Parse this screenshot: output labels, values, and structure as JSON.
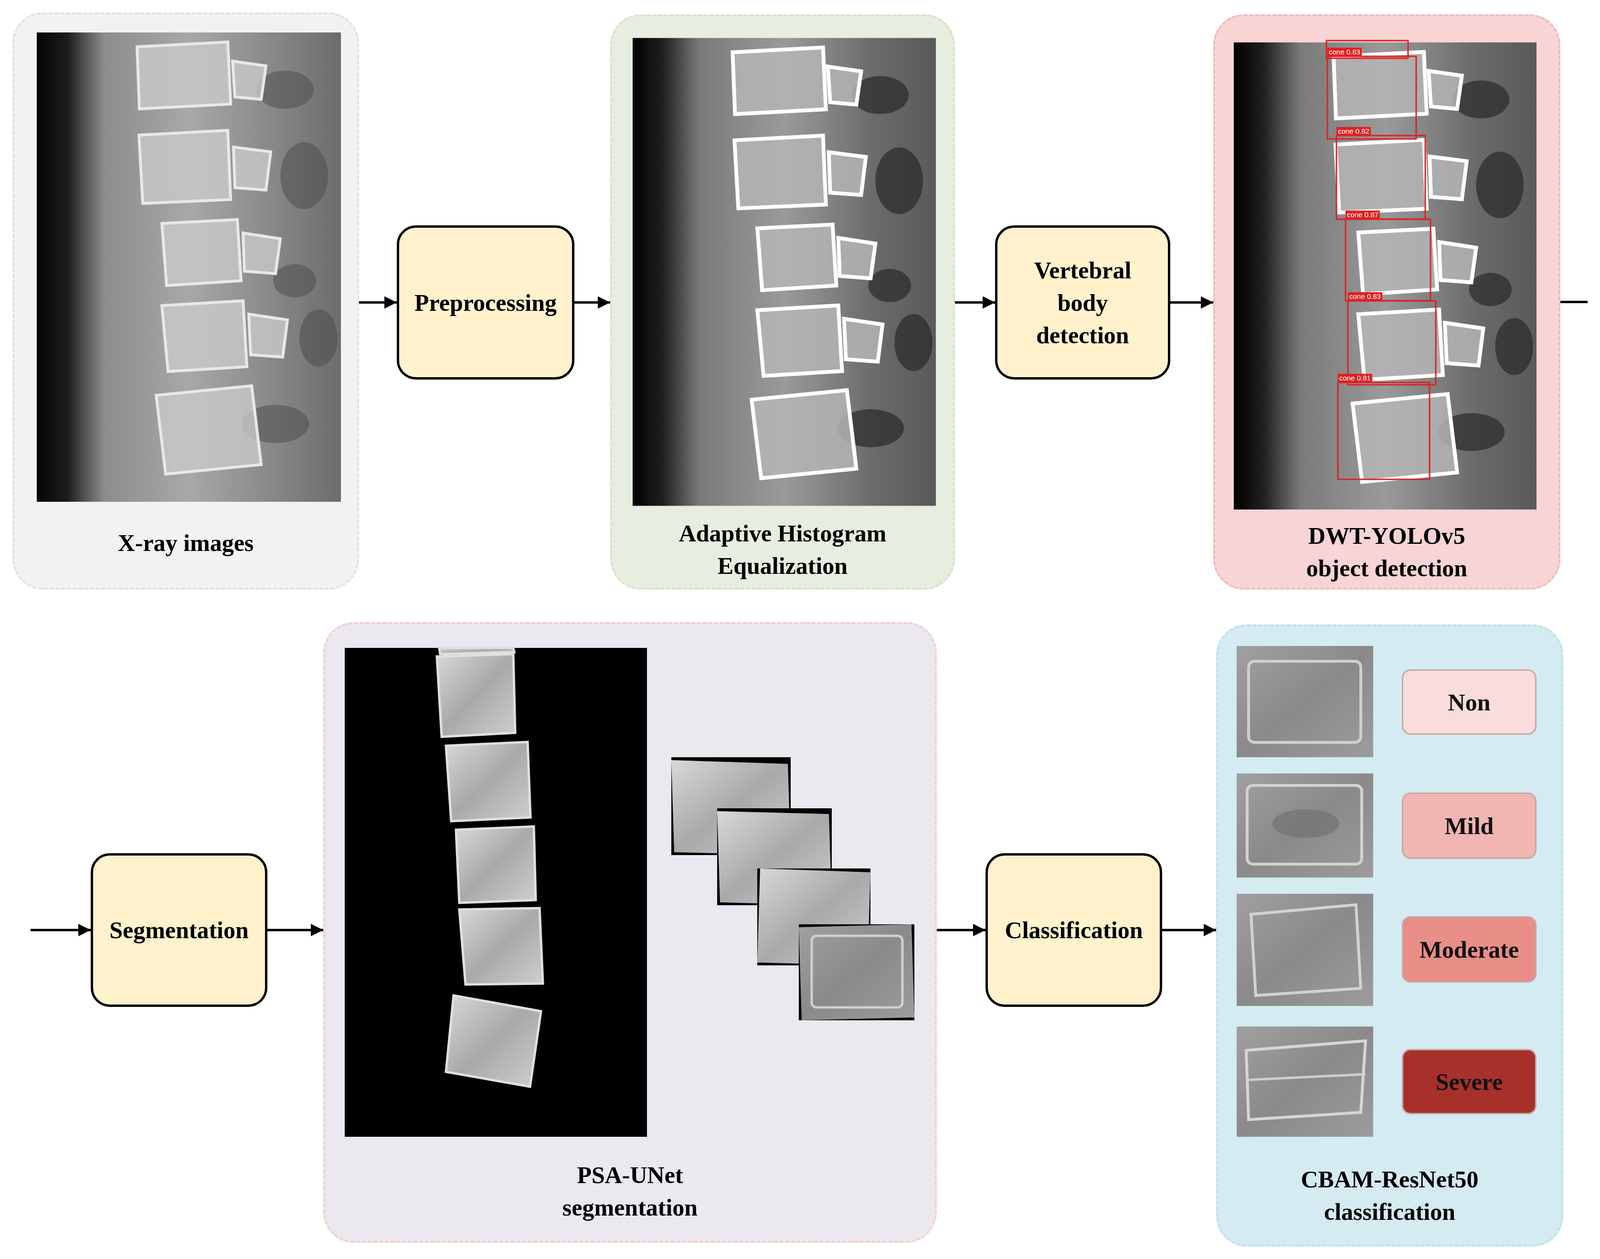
{
  "diagram": {
    "nodes": [
      {
        "text": [
          "X-ray images"
        ]
      },
      {
        "text": [
          "Preprocessing"
        ]
      },
      {
        "text": [
          "Adaptive Histogram Equalization"
        ]
      },
      {
        "text": [
          "Vertebral body detection"
        ]
      },
      {
        "text": [
          "DWT-YOLOv5 object detection"
        ]
      },
      {
        "text": [
          "Segmentation"
        ]
      },
      {
        "text": [
          "PSA-UNet segmentation"
        ]
      },
      {
        "text": [
          "Classification"
        ]
      },
      {
        "text": [
          "CBAM-ResNet50 classification"
        ]
      },
      {
        "text": [
          "Non"
        ],
        "in": 8
      },
      {
        "text": [
          "Mild"
        ],
        "in": 8
      },
      {
        "text": [
          "Moderate"
        ],
        "in": 8
      },
      {
        "text": [
          "Severe"
        ],
        "in": 8
      }
    ],
    "edges": [
      {
        "from": 0,
        "to": 1,
        "arrow": "to"
      },
      {
        "from": 1,
        "to": 2,
        "arrow": "to"
      },
      {
        "from": 2,
        "to": 3,
        "arrow": "to"
      },
      {
        "from": 3,
        "to": 4,
        "arrow": "to"
      },
      {
        "from": 4,
        "to": 5,
        "arrow": "to"
      },
      {
        "from": 5,
        "to": 6,
        "arrow": "to"
      },
      {
        "from": 6,
        "to": 7,
        "arrow": "to"
      },
      {
        "from": 7,
        "to": 8,
        "arrow": "to"
      }
    ],
    "labels": [
      "cone 0.83",
      "cone 0.82",
      "cone 0.87",
      "cone 0.83",
      "cone 0.81"
    ]
  }
}
